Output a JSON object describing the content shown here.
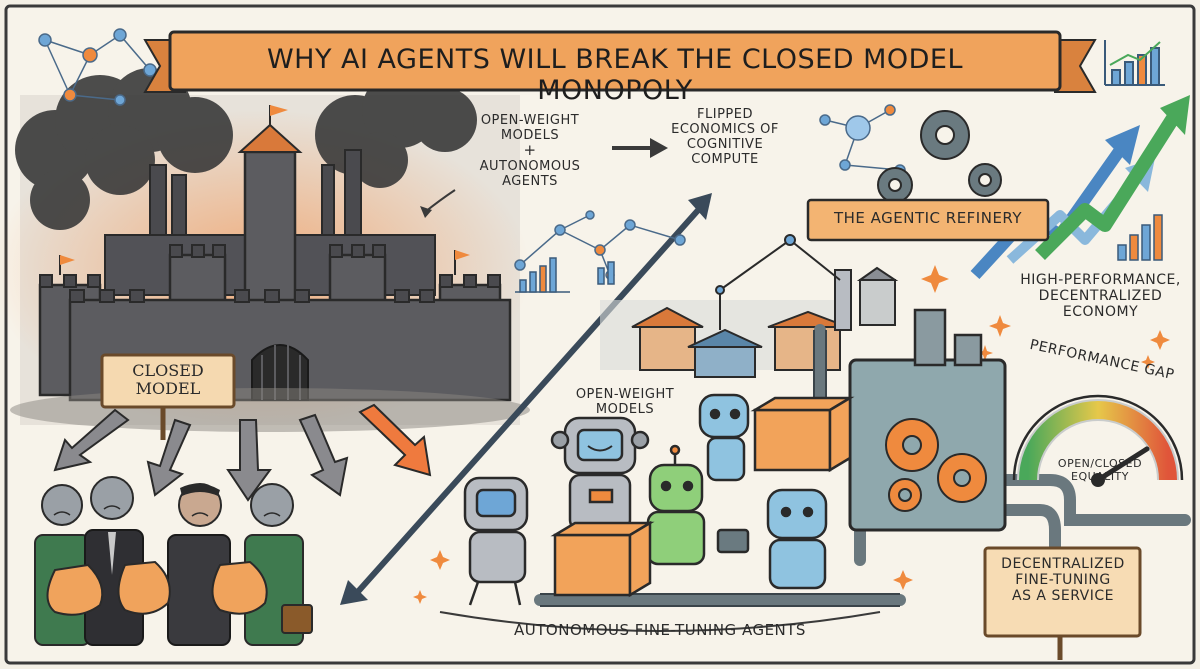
{
  "title": "WHY AI AGENTS WILL BREAK THE CLOSED MODEL MONOPOLY",
  "castle": {
    "sign": "CLOSED\nMODEL"
  },
  "inputs": {
    "line1": "OPEN-WEIGHT\nMODELS",
    "plus": "+",
    "line2": "AUTONOMOUS\nAGENTS"
  },
  "economics": "FLIPPED\nECONOMICS OF\nCOGNITIVE\nCOMPUTE",
  "refinery": {
    "label": "THE AGENTIC REFINERY"
  },
  "economy": "HIGH-PERFORMANCE,\nDECENTRALIZED\nECONOMY",
  "gauge": {
    "title": "PERFORMANCE GAP",
    "caption": "OPEN/CLOSED\nEQUALITY",
    "level": 0.82
  },
  "open_models": "OPEN-WEIGHT\nMODELS",
  "service": "DECENTRALIZED\nFINE-TUNING\nAS A SERVICE",
  "agents_caption": "AUTONOMOUS FINE-TUNING AGENTS",
  "colors": {
    "banner": "#f0a35c",
    "orange": "#ef8a3e",
    "castle": "#5c5c60",
    "castle_dark": "#3e3e42",
    "smoke": "#3a3a3a",
    "tank": "#8fa8ad",
    "robot_blue": "#8fc3e0",
    "robot_green": "#8fcf7a",
    "robot_gray": "#b8bcc2",
    "arrow_green": "#4aa85a",
    "arrow_blue": "#4a86c2",
    "box": "#f2a35a",
    "sign": "#f5d9b0"
  },
  "icons": [
    "network-icon",
    "bar-chart-icon",
    "gear-icon",
    "money-bag-icon",
    "briefcase-icon",
    "sparkle-icon",
    "box-icon"
  ]
}
